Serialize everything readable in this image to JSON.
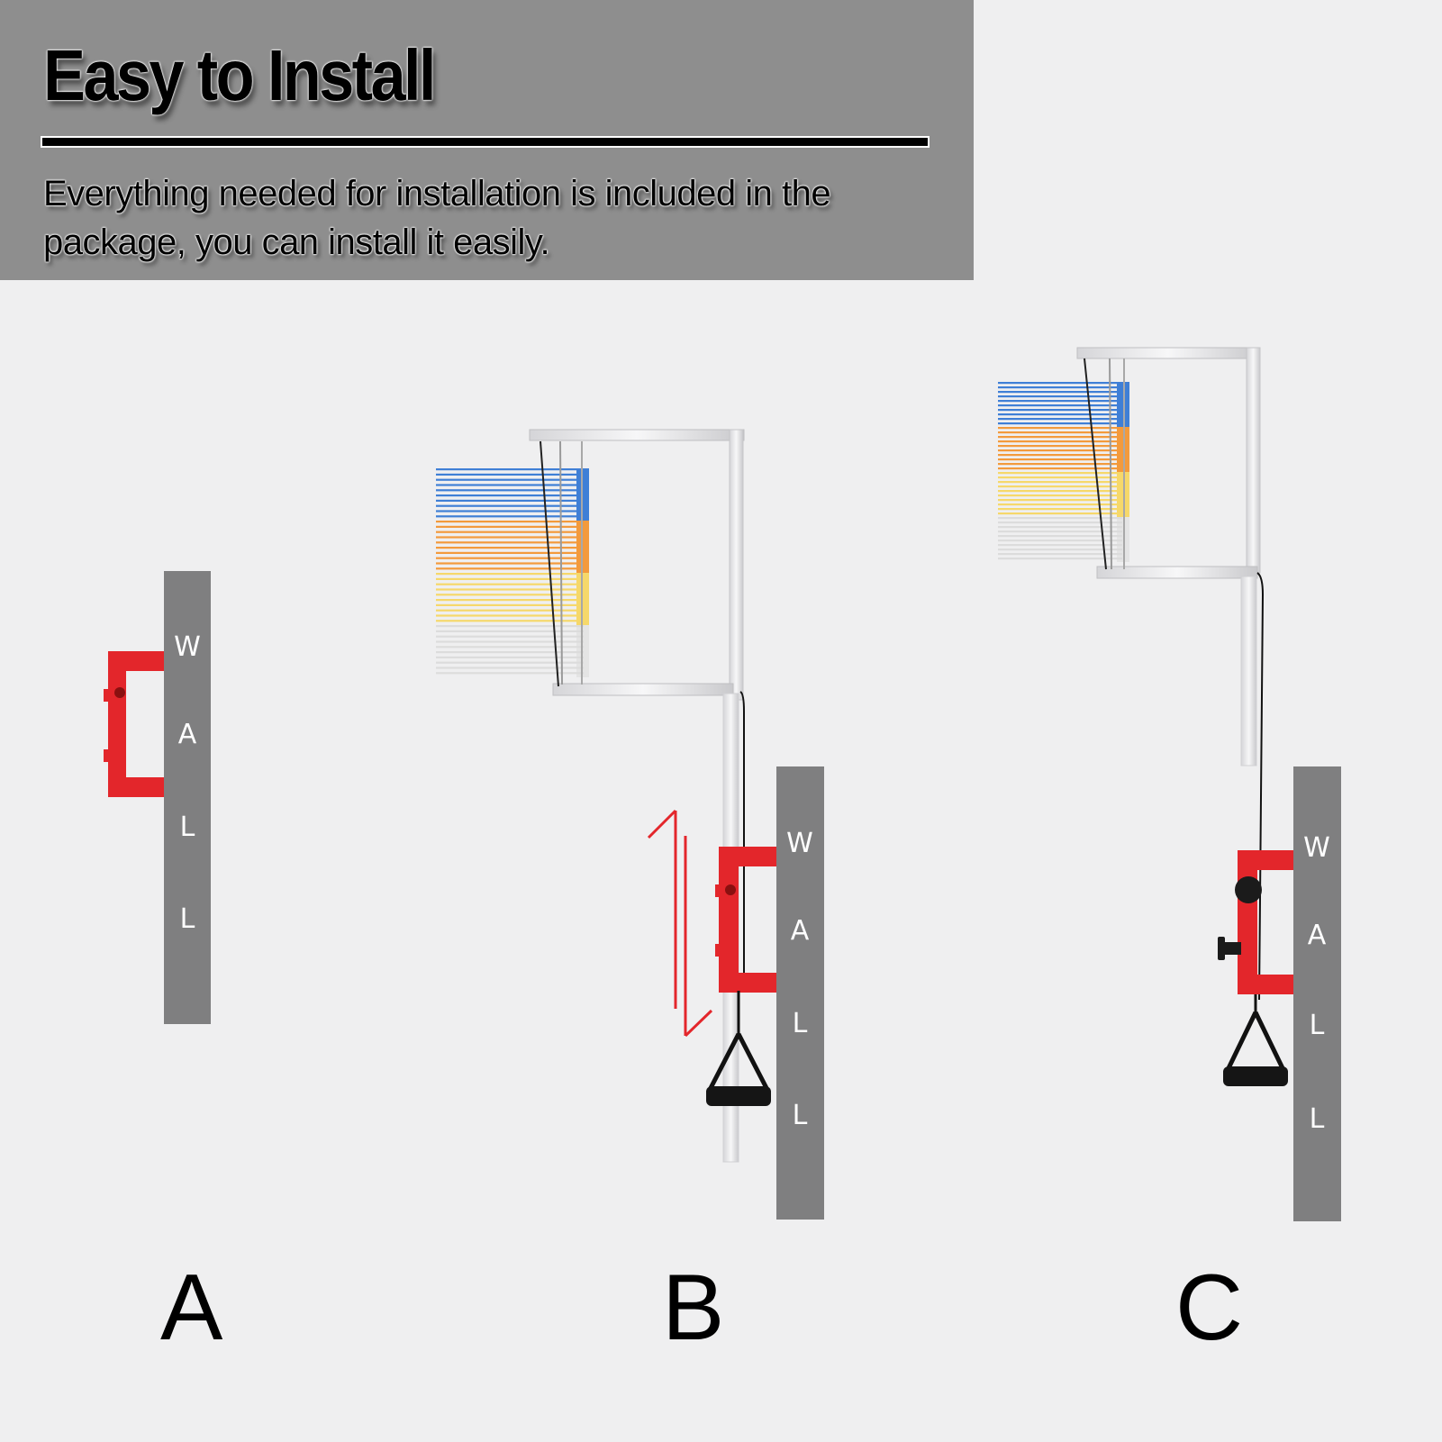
{
  "header": {
    "title": "Easy to Install",
    "subtitle": "Everything needed for installation is included in the package, you can install it easily."
  },
  "wall": {
    "letters": [
      "W",
      "A",
      "L",
      "L"
    ]
  },
  "steps": [
    {
      "label": "A"
    },
    {
      "label": "B"
    },
    {
      "label": "C"
    }
  ],
  "colors": {
    "header_bg": "#8e8e8e",
    "wall": "#7f7f80",
    "bracket": "#e3262b",
    "slat_blue": "#3f7fd6",
    "slat_orange": "#f39a3c",
    "slat_yellow": "#f6d86a",
    "slat_gray": "#dcdcdc",
    "arrow": "#e3262b"
  },
  "icons": [
    "bracket-icon",
    "pulley-handle-icon",
    "height-adjust-arrow-icon",
    "knob-icon"
  ]
}
